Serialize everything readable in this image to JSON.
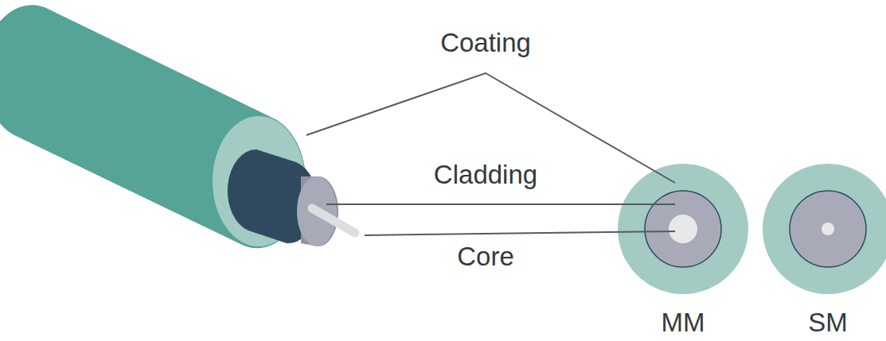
{
  "diagram": {
    "labels": [
      "Coating",
      "Cladding",
      "Core",
      "MM",
      "SM"
    ]
  }
}
